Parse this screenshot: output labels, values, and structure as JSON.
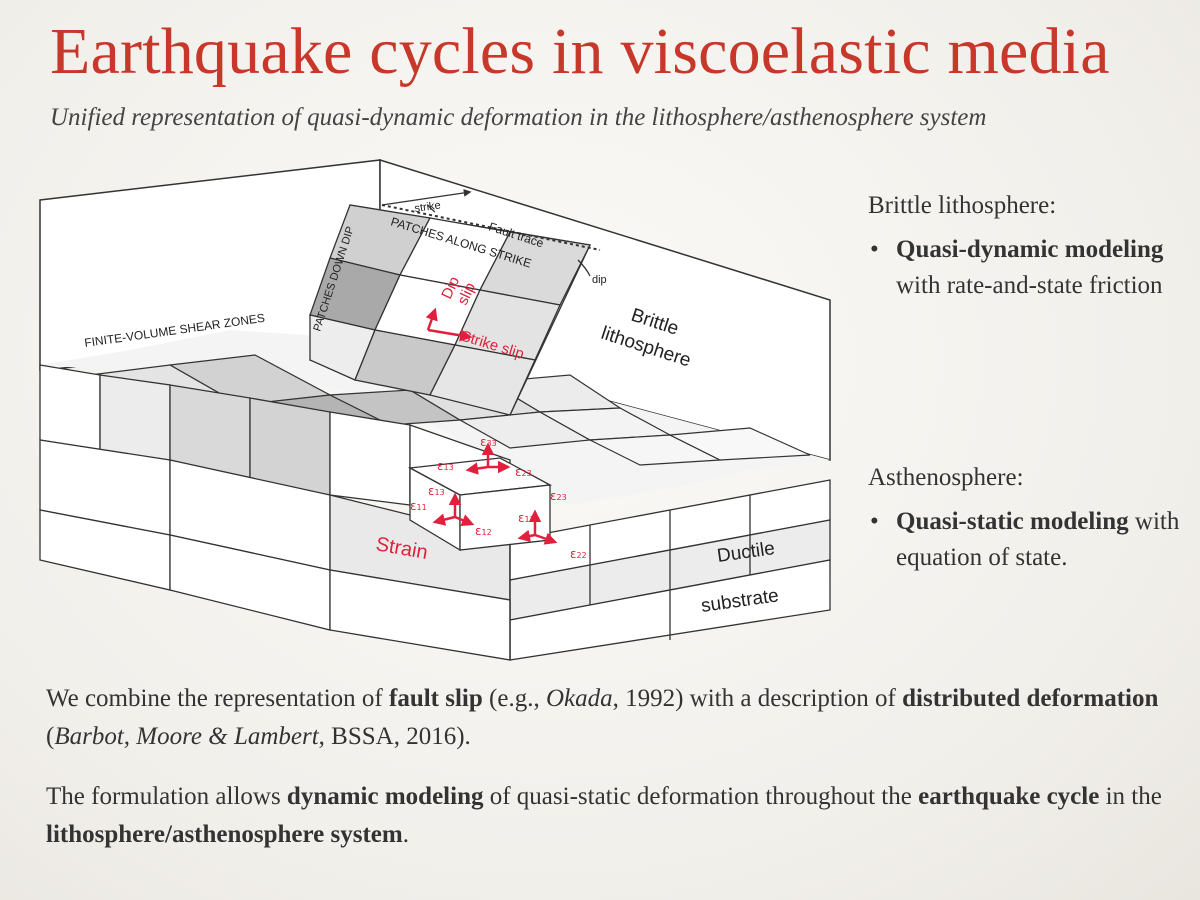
{
  "title": "Earthquake cycles in viscoelastic media",
  "subtitle": "Unified representation of quasi-dynamic deformation in the lithosphere/asthenosphere system",
  "diagram": {
    "strike": "strike",
    "fault_trace": "Fault trace",
    "patches_along_strike": "PATCHES ALONG STRIKE",
    "patches_down_dip": "PATCHES DOWN DIP",
    "dip": "dip",
    "dip_slip_1": "Dip",
    "dip_slip_2": "slip",
    "strike_slip": "Strike slip",
    "finite_volume": "FINITE-VOLUME SHEAR ZONES",
    "brittle_1": "Brittle",
    "brittle_2": "lithosphere",
    "strain": "Strain",
    "ductile": "Ductile",
    "substrate": "substrate",
    "eps": "ε",
    "s33": "33",
    "s13": "13",
    "s23": "23",
    "s11": "11",
    "s12": "12",
    "s22": "22"
  },
  "brittle": {
    "heading": "Brittle lithosphere:",
    "bold": "Quasi-dynamic modeling",
    "rest": " with rate-and-state friction"
  },
  "astheno": {
    "heading": "Asthenosphere:",
    "bold": "Quasi-static modeling",
    "rest": " with equation of state."
  },
  "para1": {
    "t1": "We combine the representation of ",
    "b1": "fault slip",
    "t2": " (e.g., ",
    "i1": "Okada",
    "t3": ", 1992) with a description of ",
    "b2": "distributed deformation",
    "t4": " (",
    "i2": "Barbot, Moore & Lambert",
    "t5": ", BSSA, 2016)."
  },
  "para2": {
    "t1": "The formulation allows ",
    "b1": "dynamic modeling",
    "t2": " of quasi-static deformation throughout the ",
    "b2": "earthquake cycle",
    "t3": " in the ",
    "b3": "lithosphere/asthenosphere system",
    "t4": "."
  }
}
